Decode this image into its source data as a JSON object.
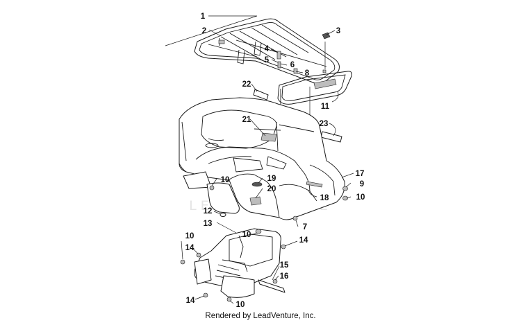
{
  "watermark": "LEADVENTURE",
  "footer": "Rendered by LeadVenture, Inc.",
  "callouts": [
    "1",
    "2",
    "3",
    "4",
    "5",
    "6",
    "8",
    "22",
    "11",
    "21",
    "23",
    "17",
    "19",
    "9",
    "20",
    "10",
    "18",
    "10",
    "12",
    "13",
    "7",
    "10",
    "10",
    "14",
    "14",
    "15",
    "16",
    "14",
    "10"
  ]
}
